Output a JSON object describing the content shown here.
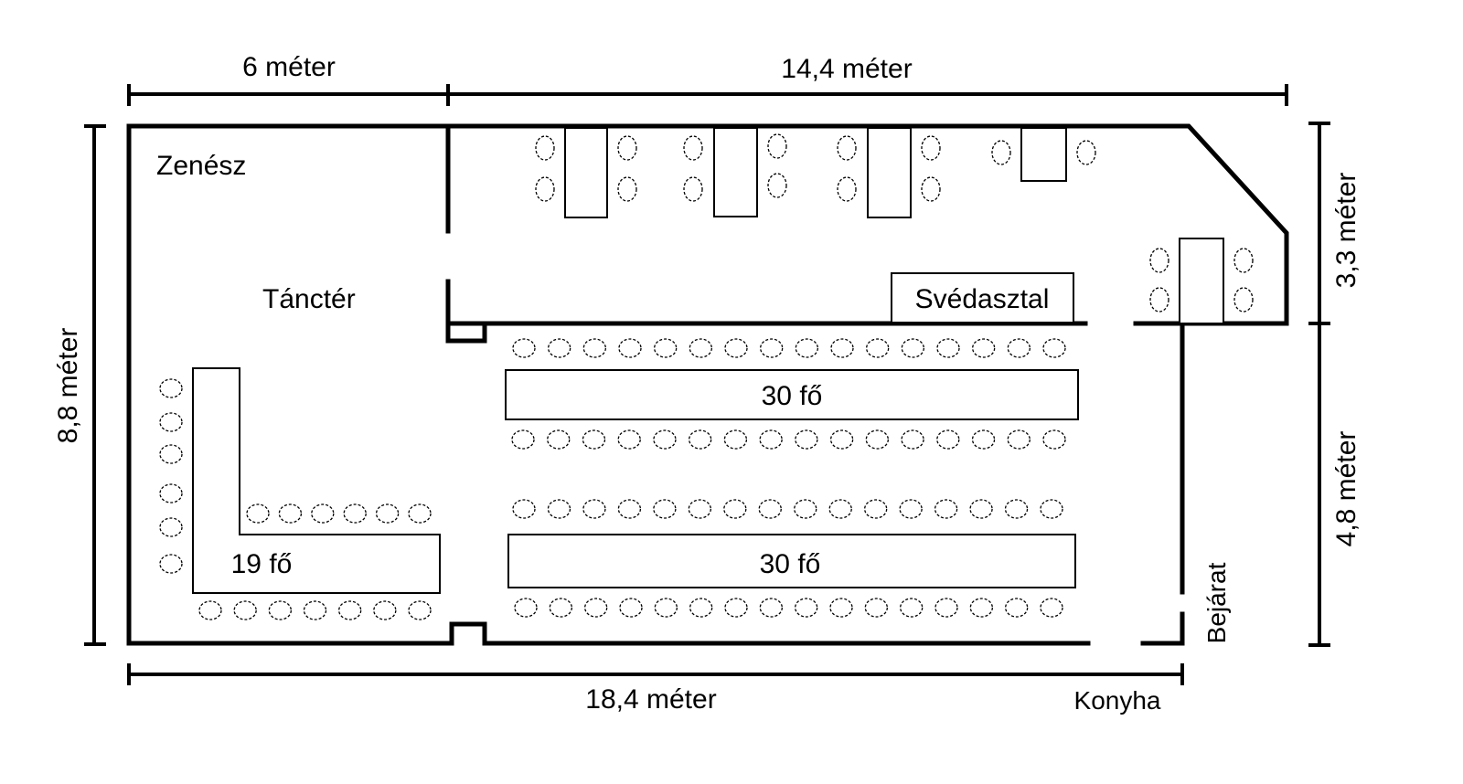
{
  "dimensions": {
    "top_left": "6 méter",
    "top_right": "14,4 méter",
    "left": "8,8 méter",
    "right_top": "3,3 méter",
    "right_bottom": "4,8 méter",
    "bottom": "18,4 méter"
  },
  "areas": {
    "musician": "Zenész",
    "dance_floor": "Tánctér",
    "buffet": "Svédasztal",
    "entrance": "Bejárat",
    "kitchen": "Konyha"
  },
  "tables": {
    "long_table_1": "30 fő",
    "long_table_2": "30 fő",
    "l_table": "19 fő"
  }
}
